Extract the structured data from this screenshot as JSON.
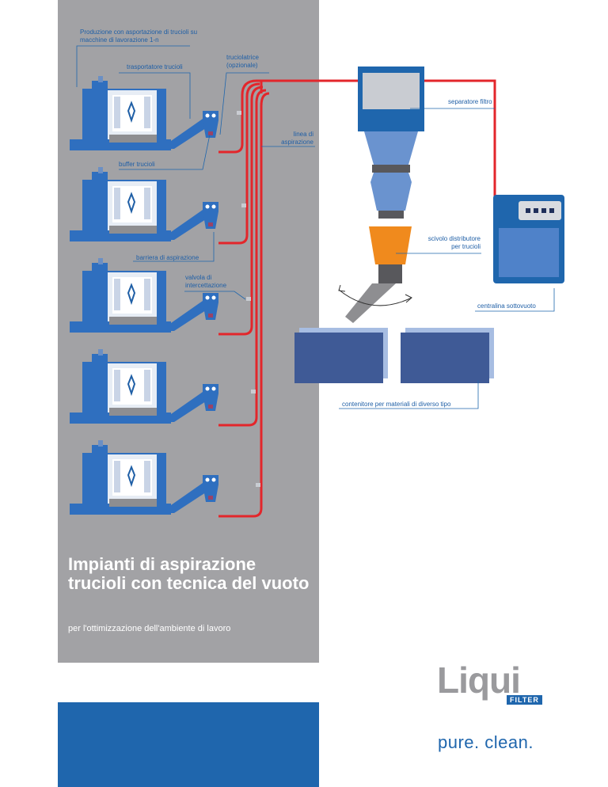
{
  "labels": {
    "produzione_line1": "Produzione con asportazione di trucioli su",
    "produzione_line2": "macchine di lavorazione 1-n",
    "trasportatore": "trasportatore trucioli",
    "truciolatrice_line1": "truciolatrice",
    "truciolatrice_line2": "(opzionale)",
    "separatore": "separatore filtro",
    "linea_line1": "linea di",
    "linea_line2": "aspirazione",
    "buffer": "buffer trucioli",
    "scivolo_line1": "scivolo distributore",
    "scivolo_line2": "per trucioli",
    "barriera": "barriera di aspirazione",
    "valvola_line1": "valvola di",
    "valvola_line2": "intercettazione",
    "centralina": "centralina sottovuoto",
    "contenitore": "contenitore per materiali di diverso tipo"
  },
  "title": "Impianti di aspirazione trucioli con tecnica del vuoto",
  "subtitle": "per l'ottimizzazione dell'ambiente di lavoro",
  "logo": {
    "main": "Liqui",
    "sub": "FILTER"
  },
  "slogan": "pure. clean.",
  "colors": {
    "panel": "#a2a2a5",
    "brand_blue": "#1f66ad",
    "machine_blue": "#2f6fbf",
    "pipe_red": "#e3262b",
    "orange": "#f08a1d"
  }
}
